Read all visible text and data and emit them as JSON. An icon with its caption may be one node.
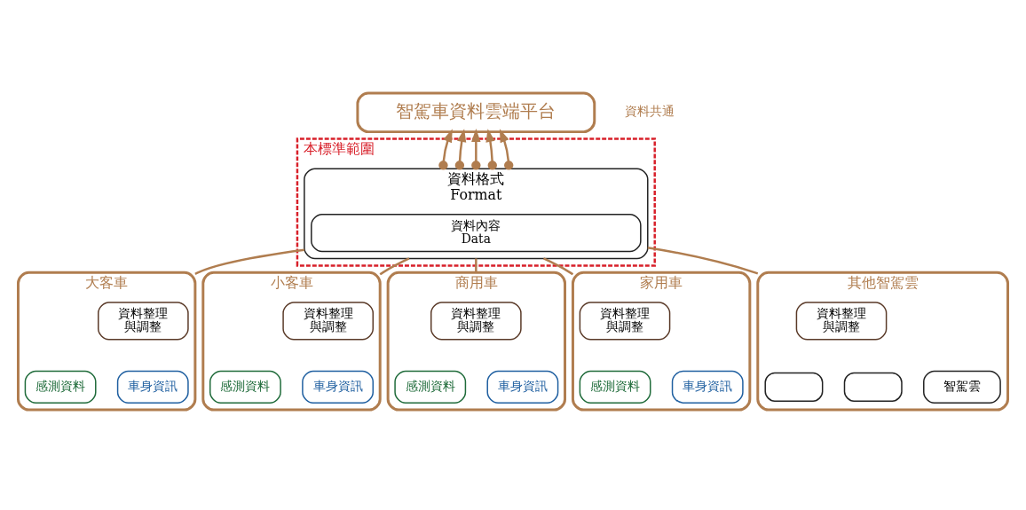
{
  "diagram": {
    "nodes": [
      {
        "text": [
          "智駕車資料雲端平台"
        ]
      },
      {
        "text": [
          "本標準範圍"
        ]
      },
      {
        "text": [
          "資料格式",
          "Format"
        ],
        "in": 1
      },
      {
        "text": [
          "資料內容",
          "Data"
        ],
        "in": 2
      },
      {
        "text": [
          "大客車"
        ]
      },
      {
        "text": [
          "資料整理與調整"
        ],
        "in": 4
      },
      {
        "text": [
          "感測資料"
        ],
        "in": 4
      },
      {
        "text": [
          "車身資訊"
        ],
        "in": 4
      },
      {
        "text": [
          "小客車"
        ]
      },
      {
        "text": [
          "資料整理與調整"
        ],
        "in": 8
      },
      {
        "text": [
          "感測資料"
        ],
        "in": 8
      },
      {
        "text": [
          "車身資訊"
        ],
        "in": 8
      },
      {
        "text": [
          "商用車"
        ]
      },
      {
        "text": [
          "資料整理與調整"
        ],
        "in": 12
      },
      {
        "text": [
          "感測資料"
        ],
        "in": 12
      },
      {
        "text": [
          "車身資訊"
        ],
        "in": 12
      },
      {
        "text": [
          "家用車"
        ]
      },
      {
        "text": [
          "資料整理與調整"
        ],
        "in": 16
      },
      {
        "text": [
          "感測資料"
        ],
        "in": 16
      },
      {
        "text": [
          "車身資訊"
        ],
        "in": 16
      },
      {
        "text": [
          "其他智駕雲"
        ]
      },
      {
        "text": [
          "資料整理與調整"
        ],
        "in": 20
      },
      {
        "text": [],
        "shape": "box",
        "in": 20
      },
      {
        "text": [],
        "shape": "box",
        "in": 20
      },
      {
        "text": [
          "智駕雲"
        ],
        "in": 20
      }
    ],
    "edges": [
      {
        "from": 2,
        "to": 0,
        "arrow": "to"
      },
      {
        "from": 2,
        "to": 0,
        "arrow": "to"
      },
      {
        "from": 2,
        "to": 0,
        "arrow": "to"
      },
      {
        "from": 2,
        "to": 0,
        "arrow": "to"
      },
      {
        "from": 2,
        "to": 0,
        "arrow": "to"
      },
      {
        "from": 4,
        "to": 2,
        "arrow": "none"
      },
      {
        "from": 8,
        "to": 2,
        "arrow": "none"
      },
      {
        "from": 12,
        "to": 2,
        "arrow": "none"
      },
      {
        "from": 16,
        "to": 2,
        "arrow": "none"
      },
      {
        "from": 20,
        "to": 2,
        "arrow": "none"
      }
    ],
    "labels": [
      "資料共通"
    ]
  }
}
